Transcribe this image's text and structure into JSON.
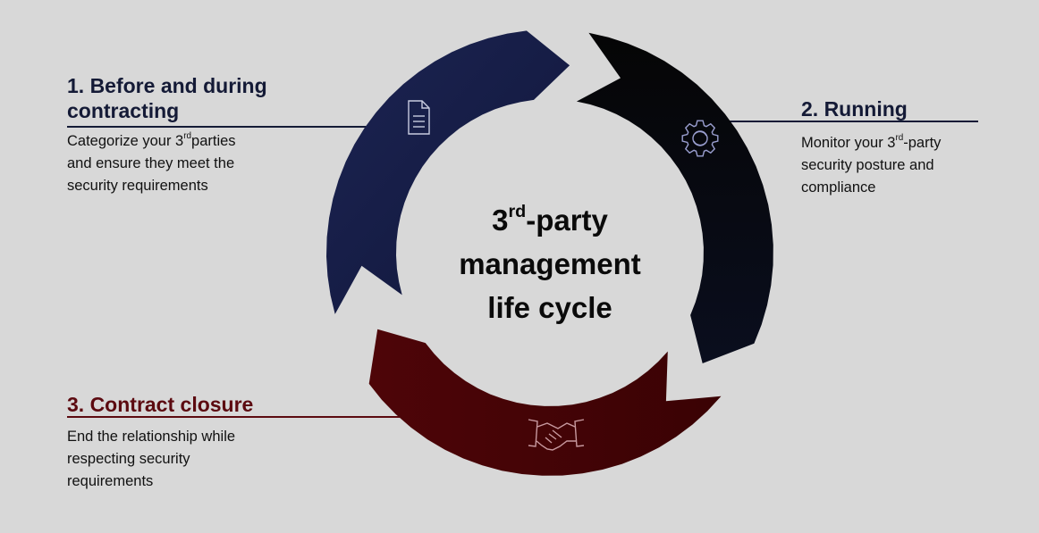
{
  "center": {
    "line1_pre": "3",
    "line1_sup": "rd",
    "line1_post": "-party",
    "line2": "management",
    "line3": "life cycle"
  },
  "phases": [
    {
      "heading_line1": "1. Before and during",
      "heading_line2": "contracting",
      "desc_line1_pre": "Categorize your 3",
      "desc_line1_sup": "rd",
      "desc_line1_post": "parties",
      "desc_line2": "and ensure they meet the",
      "desc_line3": "security requirements",
      "icon": "document-icon",
      "color": "#141a36"
    },
    {
      "heading_line1": "2. Running",
      "desc_line1_pre": "Monitor your 3",
      "desc_line1_sup": "rd",
      "desc_line1_post": "-party",
      "desc_line2": "security posture and",
      "desc_line3": "compliance",
      "icon": "gear-icon",
      "color": "#0a0a16"
    },
    {
      "heading_line1": "3. Contract closure",
      "desc_line1": "End the relationship while",
      "desc_line2": "respecting security",
      "desc_line3": "requirements",
      "icon": "handshake-icon",
      "color": "#4a0306"
    }
  ]
}
